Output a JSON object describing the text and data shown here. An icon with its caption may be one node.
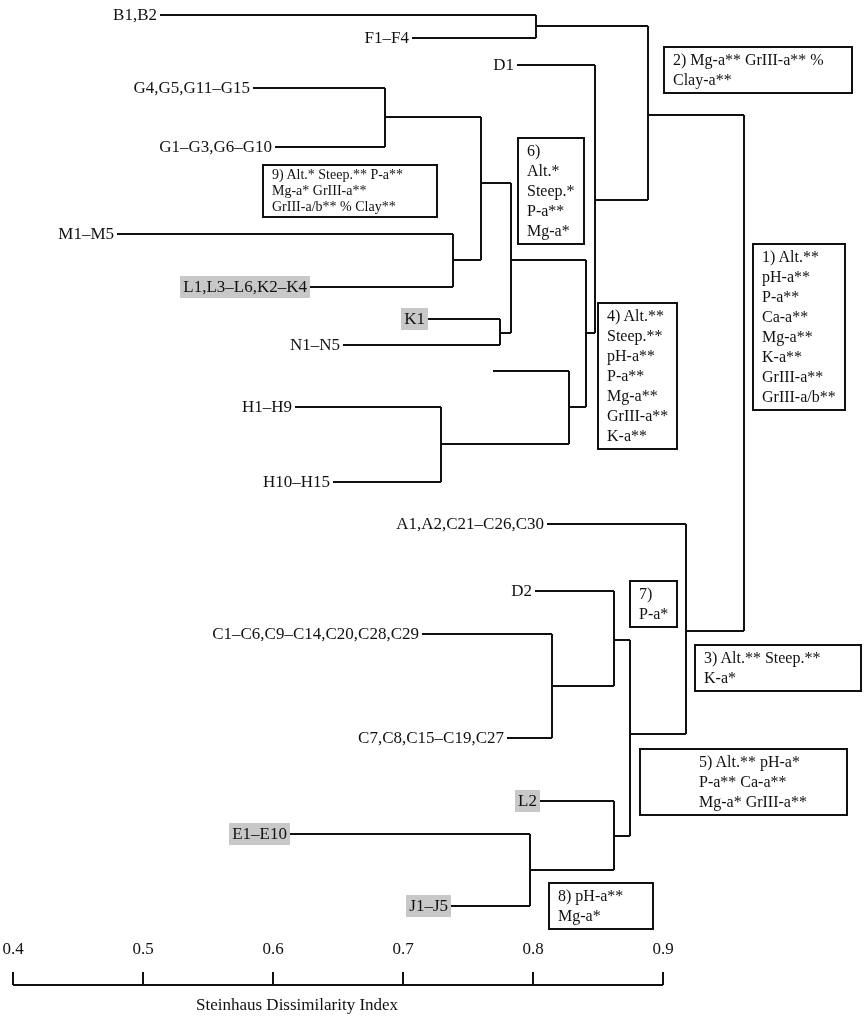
{
  "diagram": {
    "nodes": [
      {
        "text": [
          "B1,B2"
        ]
      },
      {
        "text": [
          "F1–F4"
        ]
      },
      {
        "text": [
          "2) Mg-a** GrIII-a** % Clay-a**"
        ]
      },
      {
        "text": [
          "D1"
        ]
      },
      {
        "text": [
          "G4,G5,G11–G15"
        ]
      },
      {
        "text": [
          "6) Alt.* Steep.* P-a** Mg-a*"
        ]
      },
      {
        "text": [
          "G1–G3,G6–G10"
        ]
      },
      {
        "text": [
          "9) Alt.* Steep.** P-a** Mg-a* GrIII-a** GrIII-a/b** % Clay**"
        ]
      },
      {
        "text": [
          "M1–M5"
        ]
      },
      {
        "text": [
          "1) Alt.** pH-a** P-a** Ca-a** Mg-a** K-a** GrIII-a** GrIII-a/b**"
        ]
      },
      {
        "text": [
          "L1,L3–L6,K2–K4"
        ]
      },
      {
        "text": [
          "4) Alt.** Steep.** pH-a** P-a** Mg-a** GrIII-a** K-a**"
        ]
      },
      {
        "text": [
          "K1"
        ]
      },
      {
        "text": [
          "N1–N5"
        ]
      },
      {
        "text": [
          "H1–H9"
        ]
      },
      {
        "text": [
          "H10–H15"
        ]
      },
      {
        "text": [
          "A1,A2,C21–C26,C30"
        ]
      },
      {
        "text": [
          "7) P-a*"
        ]
      },
      {
        "text": [
          "D2"
        ]
      },
      {
        "text": [
          "C1–C6,C9–C14,C20,C28,C29"
        ]
      },
      {
        "text": [
          "3) Alt.** Steep.** K-a*"
        ]
      },
      {
        "text": [
          "C7,C8,C15–C19,C27"
        ]
      },
      {
        "text": [
          "5) Alt.** pH-a* P-a** Ca-a** Mg-a* GrIII-a**"
        ]
      },
      {
        "text": [
          "L2"
        ]
      },
      {
        "text": [
          "E1–E10"
        ]
      },
      {
        "text": [
          "8) pH-a** Mg-a*"
        ]
      },
      {
        "text": [
          "J1–J5"
        ]
      }
    ],
    "edges": [
      {
        "from": 0,
        "to": null,
        "arrow": "none"
      },
      {
        "from": 1,
        "to": null,
        "arrow": "none"
      },
      {
        "from": 3,
        "to": null,
        "arrow": "none"
      },
      {
        "from": 4,
        "to": null,
        "arrow": "none"
      },
      {
        "from": 6,
        "to": null,
        "arrow": "none"
      },
      {
        "from": 8,
        "to": null,
        "arrow": "none"
      },
      {
        "from": 10,
        "to": null,
        "arrow": "none"
      },
      {
        "from": 12,
        "to": null,
        "arrow": "none"
      },
      {
        "from": 13,
        "to": null,
        "arrow": "none"
      },
      {
        "from": 14,
        "to": null,
        "arrow": "none"
      },
      {
        "from": 15,
        "to": null,
        "arrow": "none"
      },
      {
        "from": 16,
        "to": null,
        "arrow": "none"
      },
      {
        "from": 18,
        "to": null,
        "arrow": "none"
      },
      {
        "from": 19,
        "to": null,
        "arrow": "none"
      },
      {
        "from": 21,
        "to": null,
        "arrow": "none"
      },
      {
        "from": 23,
        "to": null,
        "arrow": "none"
      },
      {
        "from": 24,
        "to": null,
        "arrow": "none"
      },
      {
        "from": 26,
        "to": null,
        "arrow": "none"
      }
    ],
    "labels": [
      "0.4",
      "0.5",
      "0.6",
      "0.7",
      "0.8",
      "0.9",
      "Steinhaus Dissimilarity Index"
    ]
  }
}
